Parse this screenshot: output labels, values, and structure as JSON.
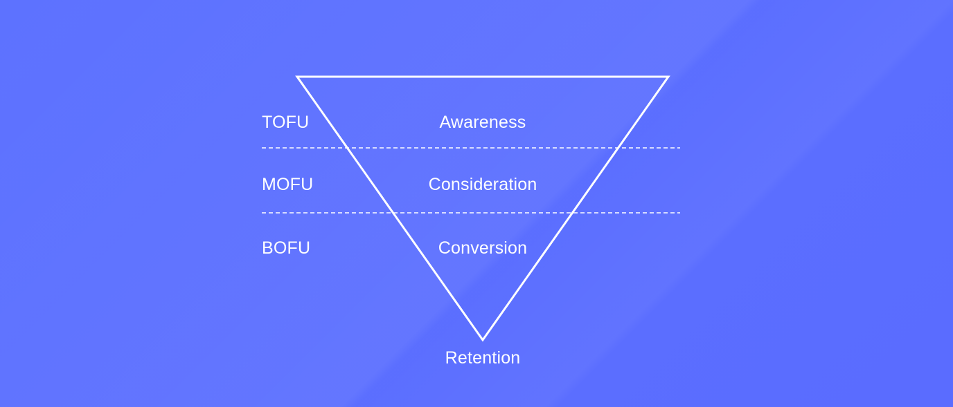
{
  "diagram": {
    "levels": [
      {
        "short": "TOFU",
        "stage": "Awareness"
      },
      {
        "short": "MOFU",
        "stage": "Consideration"
      },
      {
        "short": "BOFU",
        "stage": "Conversion"
      }
    ],
    "bottom_label": "Retention",
    "colors": {
      "background": "#5b6fff",
      "stroke": "#ffffff",
      "text": "#ffffff"
    }
  }
}
